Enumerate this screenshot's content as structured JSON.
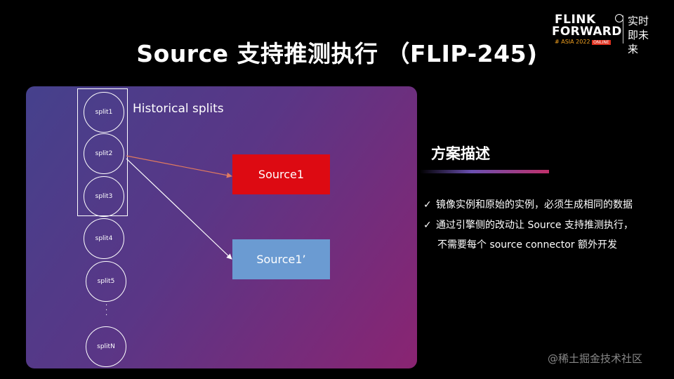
{
  "title": "Source 支持推测执行 （FLIP-245)",
  "logo": {
    "line1": "FLINK",
    "line2": "FORWARD",
    "sub": "# ASIA 2022",
    "online": "ONLINE",
    "slogan": "实时即未来"
  },
  "diagram": {
    "historical_label": "Historical splits",
    "splits": [
      "split1",
      "split2",
      "split3",
      "split4",
      "split5",
      "splitN"
    ],
    "dots": "·\n·\n·",
    "source1": "Source1",
    "source1_prime": "Source1’",
    "colors": {
      "source1": "#dd0a12",
      "source1_prime": "#6b9bd2",
      "arrow_to_source1": "#e07a5f",
      "arrow_to_source1_prime": "#ffffff"
    }
  },
  "description": {
    "heading": "方案描述",
    "check_icon": "check-icon",
    "bullets": [
      "镜像实例和原始的实例，必须生成相同的数据",
      "通过引擎侧的改动让 Source 支持推测执行，",
      "不需要每个 source connector 额外开发"
    ]
  },
  "watermark": "@稀土掘金技术社区"
}
